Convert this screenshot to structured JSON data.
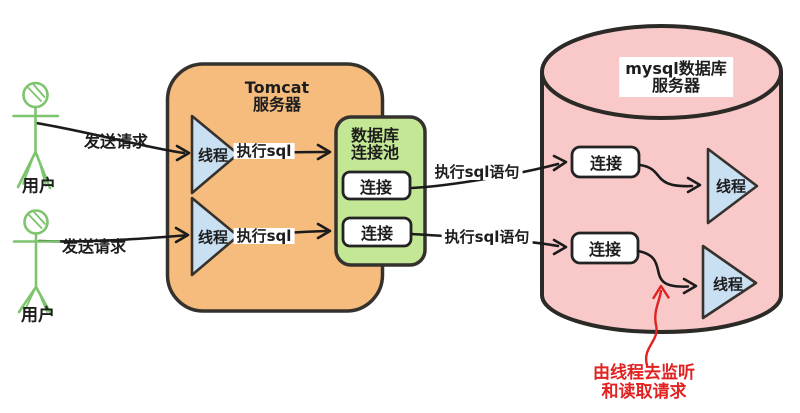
{
  "colors": {
    "tomcat_fill": "#F5BC7E",
    "pool_fill": "#C3E794",
    "db_fill": "#F9C9C9",
    "thread_fill": "#C9DFF2",
    "stick_green": "#7CC46D",
    "annotation_red": "#E02222",
    "outline": "#333333"
  },
  "users": [
    {
      "label": "用户",
      "request_label": "发送请求"
    },
    {
      "label": "用户",
      "request_label": "发送请求"
    }
  ],
  "tomcat": {
    "title": [
      "Tomcat",
      "服务器"
    ],
    "threads": [
      "线程",
      "线程"
    ],
    "exec_labels": [
      "执行sql",
      "执行sql"
    ]
  },
  "pool": {
    "title": [
      "数据库",
      "连接池"
    ],
    "connections": [
      "连接",
      "连接"
    ]
  },
  "flow": {
    "exec_statement_labels": [
      "执行sql语句",
      "执行sql语句"
    ]
  },
  "mysql": {
    "title": [
      "mysql数据库",
      "服务器"
    ],
    "connections": [
      "连接",
      "连接"
    ],
    "threads": [
      "线程",
      "线程"
    ]
  },
  "annotation": {
    "lines": [
      "由线程去监听",
      "和读取请求"
    ]
  }
}
